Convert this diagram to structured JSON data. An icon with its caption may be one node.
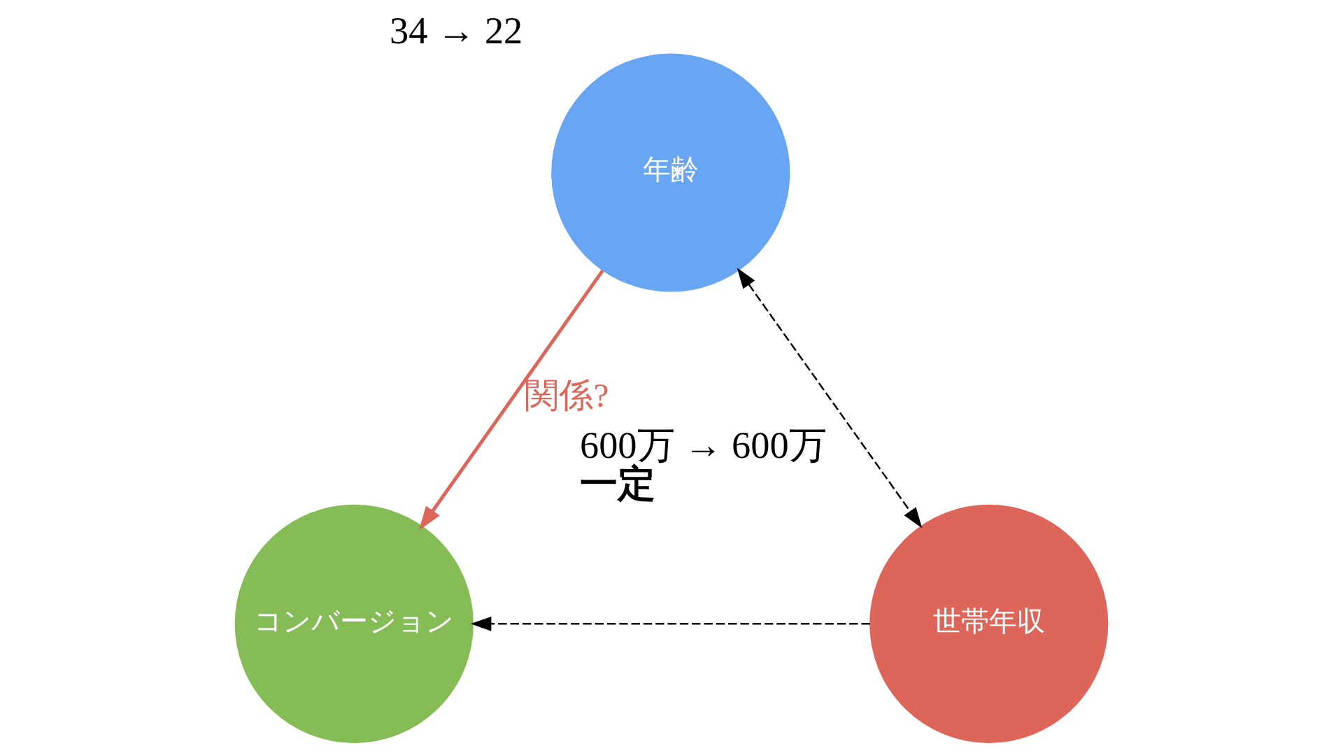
{
  "diagram": {
    "nodes": [
      {
        "text": [
          "年齢"
        ],
        "beside": [
          "34 → 22"
        ]
      },
      {
        "text": [
          "コンバージョン"
        ]
      },
      {
        "text": [
          "世帯年収"
        ],
        "beside": [
          "600万 → 600万",
          "一定"
        ]
      }
    ],
    "edges": [
      {
        "from": 0,
        "to": 1,
        "arrow": "to",
        "label": "関係?",
        "color": "#dd6559"
      },
      {
        "from": 0,
        "to": 2,
        "arrow": "both",
        "style": "dashed"
      },
      {
        "from": 2,
        "to": 1,
        "arrow": "to",
        "style": "dashed"
      }
    ]
  }
}
